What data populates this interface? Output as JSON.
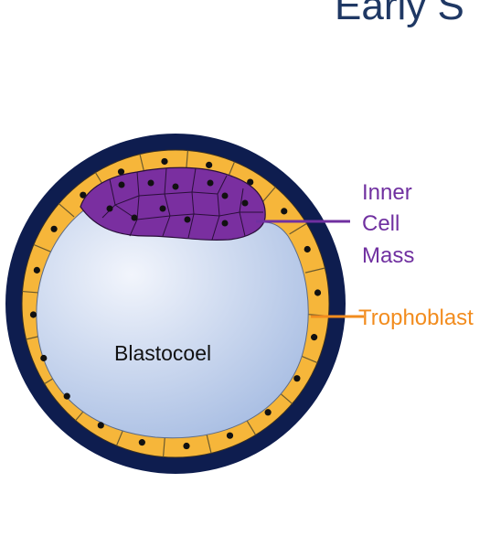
{
  "title": "Early S",
  "labels": {
    "inner_cell_mass": [
      "Inner",
      "Cell",
      "Mass"
    ],
    "trophoblast": "Trophoblast",
    "blastocoel": "Blastocoel"
  },
  "colors": {
    "title": "#1f3864",
    "zona": "#0e1d4f",
    "trophoblast_cell": "#f6b63a",
    "inner_cell_mass": "#7a2fa0",
    "inner_cell_mass_label": "#7030a0",
    "trophoblast_label": "#f28c1e",
    "blastocoel_light": "#eef2fb",
    "blastocoel_dark": "#a9bee3",
    "nucleus": "#111111"
  }
}
